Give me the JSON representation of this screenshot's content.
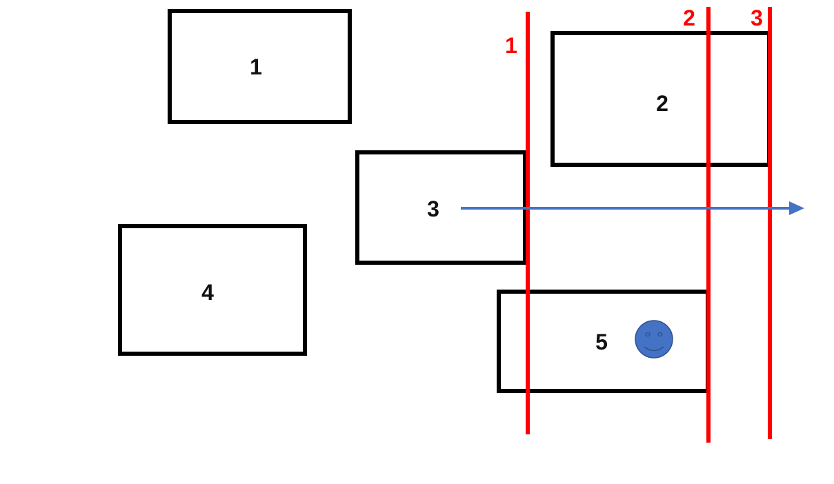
{
  "colors": {
    "box_stroke": "#000000",
    "sweep_line": "#ff0000",
    "arrow": "#4472c4",
    "face_fill": "#4472c4",
    "face_stroke": "#2f528f",
    "label_red": "#ff0000",
    "label_black": "#111111"
  },
  "boxes": [
    {
      "label": "1"
    },
    {
      "label": "2"
    },
    {
      "label": "3"
    },
    {
      "label": "4"
    },
    {
      "label": "5"
    }
  ],
  "sweep_lines": [
    {
      "label": "1"
    },
    {
      "label": "2"
    },
    {
      "label": "3"
    }
  ],
  "arrow": {
    "direction": "right"
  },
  "marker": {
    "icon": "smiley-face-icon"
  }
}
